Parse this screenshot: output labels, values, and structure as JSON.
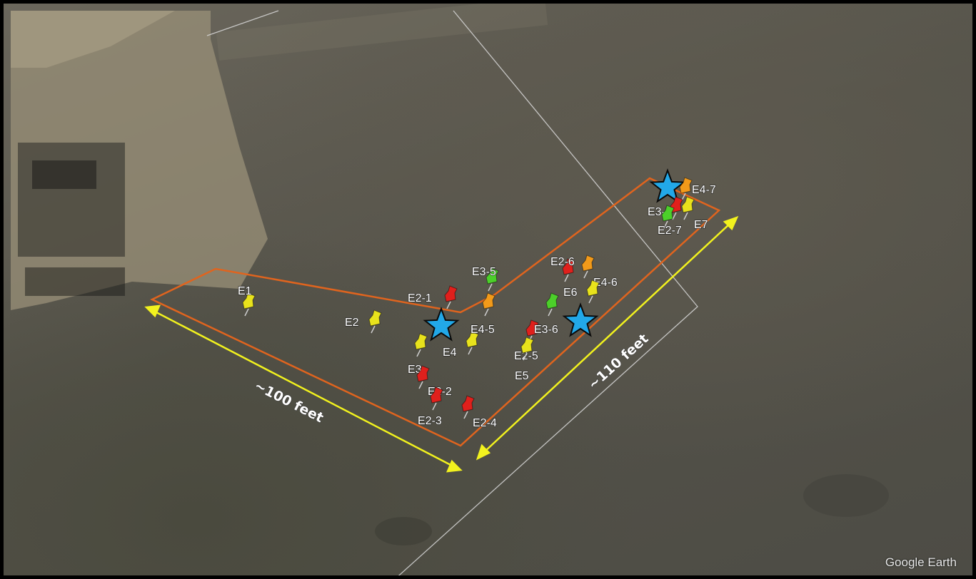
{
  "map": {
    "attribution": "Google Earth",
    "distance_labels": {
      "left": "~100 feet",
      "right": "~110 feet"
    },
    "pin_colors": {
      "yellow": "#e8e21c",
      "red": "#e0201c",
      "orange": "#f29a1a",
      "green": "#4ccf2a"
    },
    "outline_color": "#e0641e",
    "arrow_color": "#f2f21e",
    "star_color": "#22a8e8",
    "pins": [
      {
        "label": "E1",
        "color": "yellow"
      },
      {
        "label": "E2",
        "color": "yellow"
      },
      {
        "label": "E2-1",
        "color": "red"
      },
      {
        "label": "E3",
        "color": "yellow"
      },
      {
        "label": "E2-2",
        "color": "red"
      },
      {
        "label": "E2-3",
        "color": "red"
      },
      {
        "label": "E2-4",
        "color": "red"
      },
      {
        "label": "E4",
        "color": "yellow"
      },
      {
        "label": "E4-5",
        "color": "orange"
      },
      {
        "label": "E3-5",
        "color": "green"
      },
      {
        "label": "E2-5",
        "color": "red"
      },
      {
        "label": "E5",
        "color": "yellow"
      },
      {
        "label": "E3-6",
        "color": "green"
      },
      {
        "label": "E2-6",
        "color": "red"
      },
      {
        "label": "E4-6",
        "color": "orange"
      },
      {
        "label": "E6",
        "color": "yellow"
      },
      {
        "label": "E4-7",
        "color": "orange"
      },
      {
        "label": "E3-7",
        "color": "red"
      },
      {
        "label": "E2-7",
        "color": "green"
      },
      {
        "label": "E7",
        "color": "yellow"
      }
    ]
  }
}
